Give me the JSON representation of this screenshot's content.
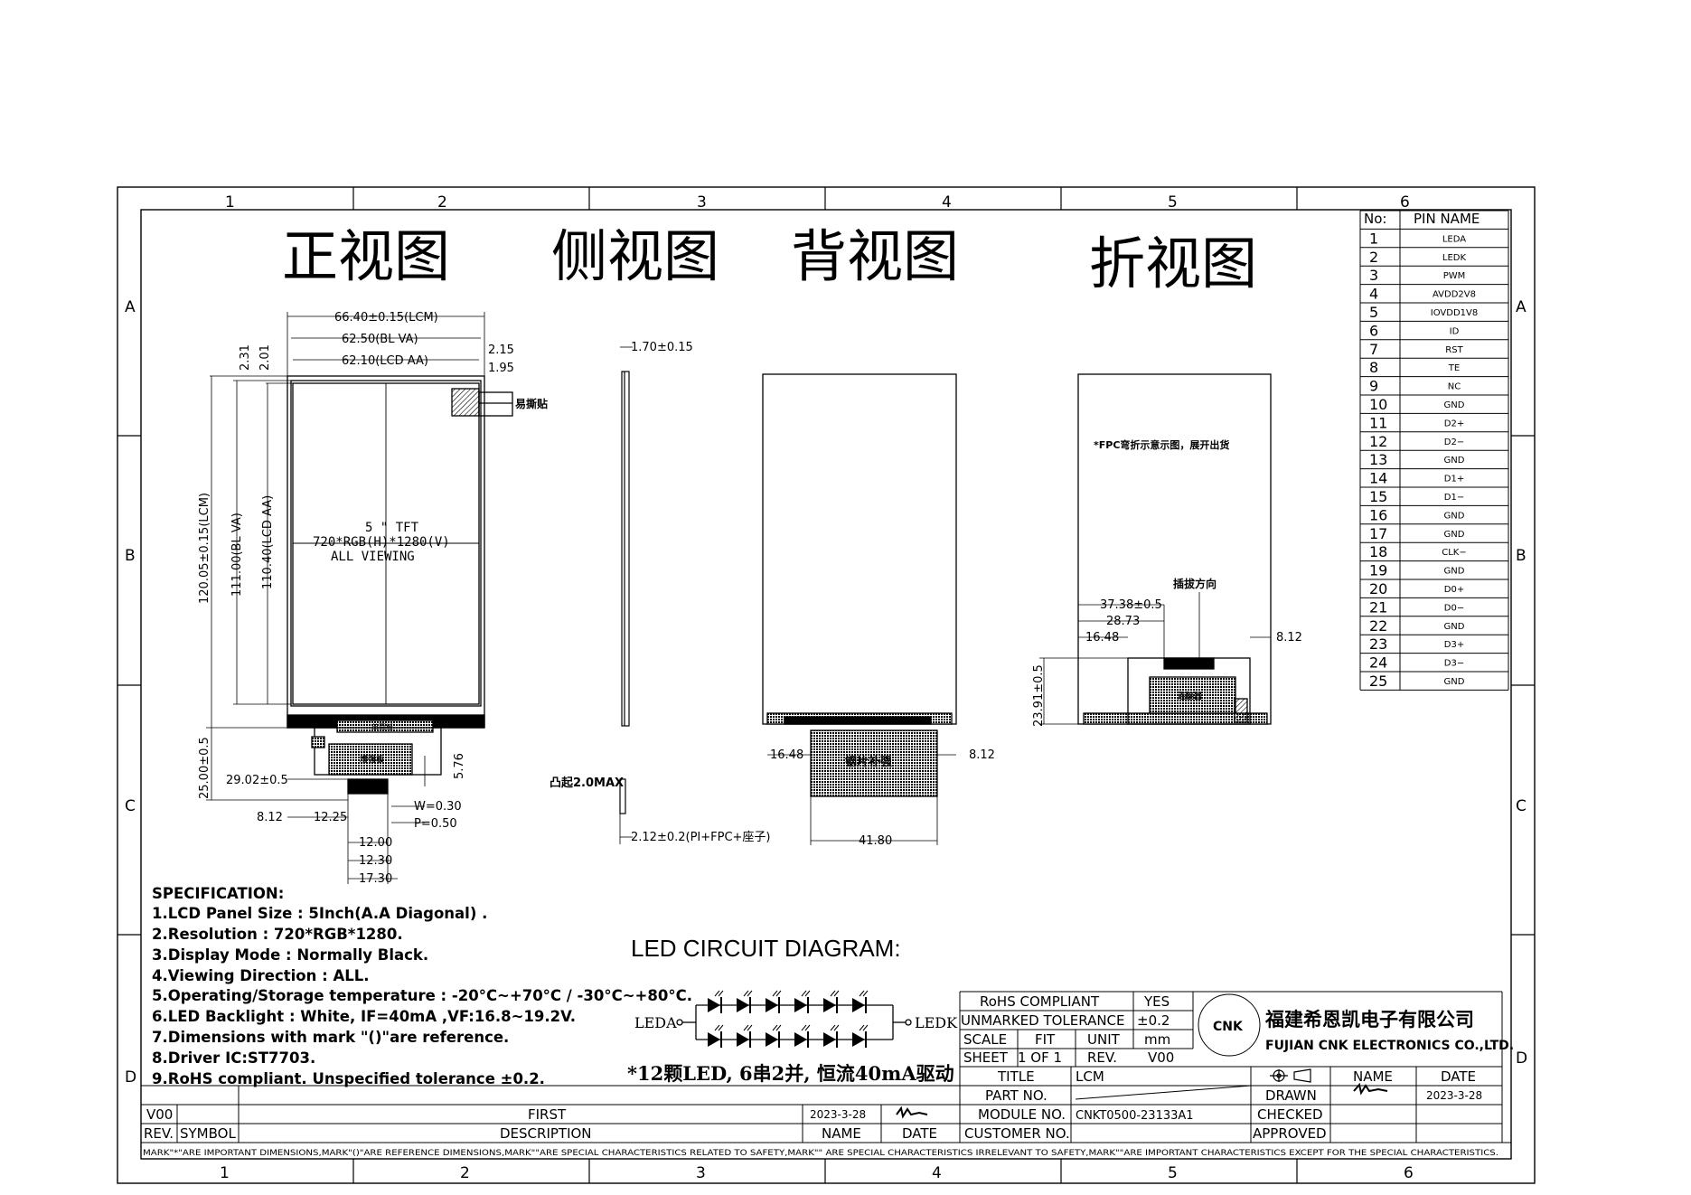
{
  "grid": {
    "cols": [
      "1",
      "2",
      "3",
      "4",
      "5",
      "6"
    ],
    "rows": [
      "A",
      "B",
      "C",
      "D"
    ]
  },
  "views": {
    "front": "正视图",
    "side": "侧视图",
    "back": "背视图",
    "fold": "折视图"
  },
  "front": {
    "w_lcm": "66.40±0.15(LCM)",
    "w_bl": "62.50(BL VA)",
    "w_aa": "62.10(LCD AA)",
    "d_215": "2.15",
    "d_195": "1.95",
    "d_231": "2.31",
    "d_201": "2.01",
    "h_lcm": "120.05±0.15(LCM)",
    "h_bl": "111.00(BL VA)",
    "h_aa": "110.40(LCD AA)",
    "sticker_label": "易撕贴",
    "center_line1": "5 \" TFT",
    "center_line2": "720*RGB(H)*1280(V)",
    "center_line3": "ALL VIEWING",
    "d_2500": "25.00±0.5",
    "d_2902": "29.02±0.5",
    "d_576": "5.76",
    "d_812": "8.12",
    "d_1225": "12.25",
    "d_w": "W=0.30",
    "d_p": "P=0.50",
    "d_1200": "12.00",
    "d_1230": "12.30",
    "d_1730": "17.30",
    "fpc_label_top": "单面板",
    "fpc_label_stiff": "增强板"
  },
  "side": {
    "d_thick": "1.70±0.15",
    "d_bump": "凸起2.0MAX",
    "d_total": "2.12±0.2(PI+FPC+座子)"
  },
  "back": {
    "d_1648": "16.48",
    "d_812": "8.12",
    "d_4180": "41.80",
    "stiff_label": "钢片补强"
  },
  "fold": {
    "note": "*FPC弯折示意示图，展开出货",
    "insert_dir": "插拔方向",
    "d_3738": "37.38±0.5",
    "d_2873": "28.73",
    "d_1648": "16.48",
    "d_812": "8.12",
    "d_2391": "23.91±0.5",
    "conn_label": "连接器"
  },
  "pin_table": {
    "head_no": "No:",
    "head_name": "PIN NAME",
    "pins": [
      {
        "no": "1",
        "name": "LEDA"
      },
      {
        "no": "2",
        "name": "LEDK"
      },
      {
        "no": "3",
        "name": "PWM"
      },
      {
        "no": "4",
        "name": "AVDD2V8"
      },
      {
        "no": "5",
        "name": "IOVDD1V8"
      },
      {
        "no": "6",
        "name": "ID"
      },
      {
        "no": "7",
        "name": "RST"
      },
      {
        "no": "8",
        "name": "TE"
      },
      {
        "no": "9",
        "name": "NC"
      },
      {
        "no": "10",
        "name": "GND"
      },
      {
        "no": "11",
        "name": "D2+"
      },
      {
        "no": "12",
        "name": "D2−"
      },
      {
        "no": "13",
        "name": "GND"
      },
      {
        "no": "14",
        "name": "D1+"
      },
      {
        "no": "15",
        "name": "D1−"
      },
      {
        "no": "16",
        "name": "GND"
      },
      {
        "no": "17",
        "name": "GND"
      },
      {
        "no": "18",
        "name": "CLK−"
      },
      {
        "no": "19",
        "name": "GND"
      },
      {
        "no": "20",
        "name": "D0+"
      },
      {
        "no": "21",
        "name": "D0−"
      },
      {
        "no": "22",
        "name": "GND"
      },
      {
        "no": "23",
        "name": "D3+"
      },
      {
        "no": "24",
        "name": "D3−"
      },
      {
        "no": "25",
        "name": "GND"
      }
    ]
  },
  "spec": {
    "title": "SPECIFICATION:",
    "lines": [
      "1.LCD Panel Size : 5Inch(A.A Diagonal) .",
      "2.Resolution : 720*RGB*1280.",
      "3.Display Mode : Normally Black.",
      "4.Viewing Direction : ALL.",
      "5.Operating/Storage temperature : -20°C~+70°C / -30°C~+80°C.",
      "6.LED Backlight : White, IF=40mA ,VF:16.8~19.2V.",
      "7.Dimensions with mark \"()\"are reference.",
      "8.Driver IC:ST7703.",
      "9.RoHS compliant. Unspecified tolerance ±0.2."
    ]
  },
  "led": {
    "title": "LED CIRCUIT DIAGRAM:",
    "leda": "LEDA",
    "ledk": "LEDK",
    "note": "*12颗LED, 6串2并, 恒流40mA驱动"
  },
  "title_block": {
    "rohs": "RoHS COMPLIANT",
    "rohs_val": "YES",
    "tol": "UNMARKED TOLERANCE",
    "tol_val": "±0.2",
    "scale": "SCALE",
    "fit": "FIT",
    "unit": "UNIT",
    "unit_val": "mm",
    "sheet": "SHEET",
    "sheet_val": "1 OF 1",
    "rev": "REV.",
    "rev_val": "V00",
    "company_cn": "福建希恩凯电子有限公司",
    "company_en": "FUJIAN CNK ELECTRONICS CO.,LTD.",
    "logo_text": "CNK",
    "title": "TITLE",
    "title_val": "LCM",
    "name": "NAME",
    "date": "DATE",
    "part_no": "PART NO.",
    "drawn": "DRAWN",
    "drawn_date": "2023-3-28",
    "module_no": "MODULE NO.",
    "module_val": "CNKT0500-23133A1",
    "checked": "CHECKED",
    "customer_no": "CUSTOMER NO.",
    "approved": "APPROVED"
  },
  "revision": {
    "rev": "V00",
    "desc": "FIRST",
    "date": "2023-3-28",
    "h_rev": "REV.",
    "h_symbol": "SYMBOL",
    "h_desc": "DESCRIPTION",
    "h_name": "NAME",
    "h_date": "DATE"
  },
  "footnote": "MARK\"*\"ARE IMPORTANT DIMENSIONS,MARK\"()\"ARE REFERENCE DIMENSIONS,MARK\"\"ARE SPECIAL CHARACTERISTICS RELATED TO SAFETY,MARK\"\" ARE SPECIAL CHARACTERISTICS IRRELEVANT TO SAFETY,MARK\"\"ARE IMPORTANT CHARACTERISTICS EXCEPT FOR THE SPECIAL CHARACTERISTICS."
}
